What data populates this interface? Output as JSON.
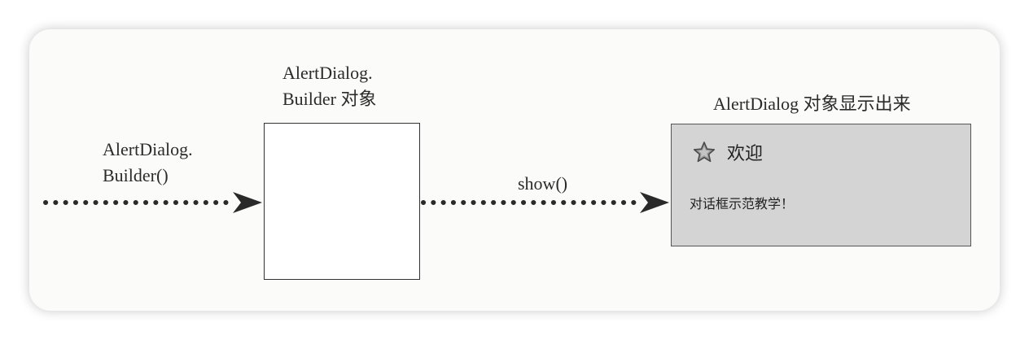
{
  "diagram": {
    "input_label_line1": "AlertDialog.",
    "input_label_line2": "Builder()",
    "builder_label_line1": "AlertDialog.",
    "builder_label_line2": "Builder 对象",
    "show_label": "show()",
    "result_label": "AlertDialog 对象显示出来"
  },
  "dialog": {
    "icon": "star-icon",
    "title": "欢迎",
    "message": "对话框示范教学！"
  }
}
